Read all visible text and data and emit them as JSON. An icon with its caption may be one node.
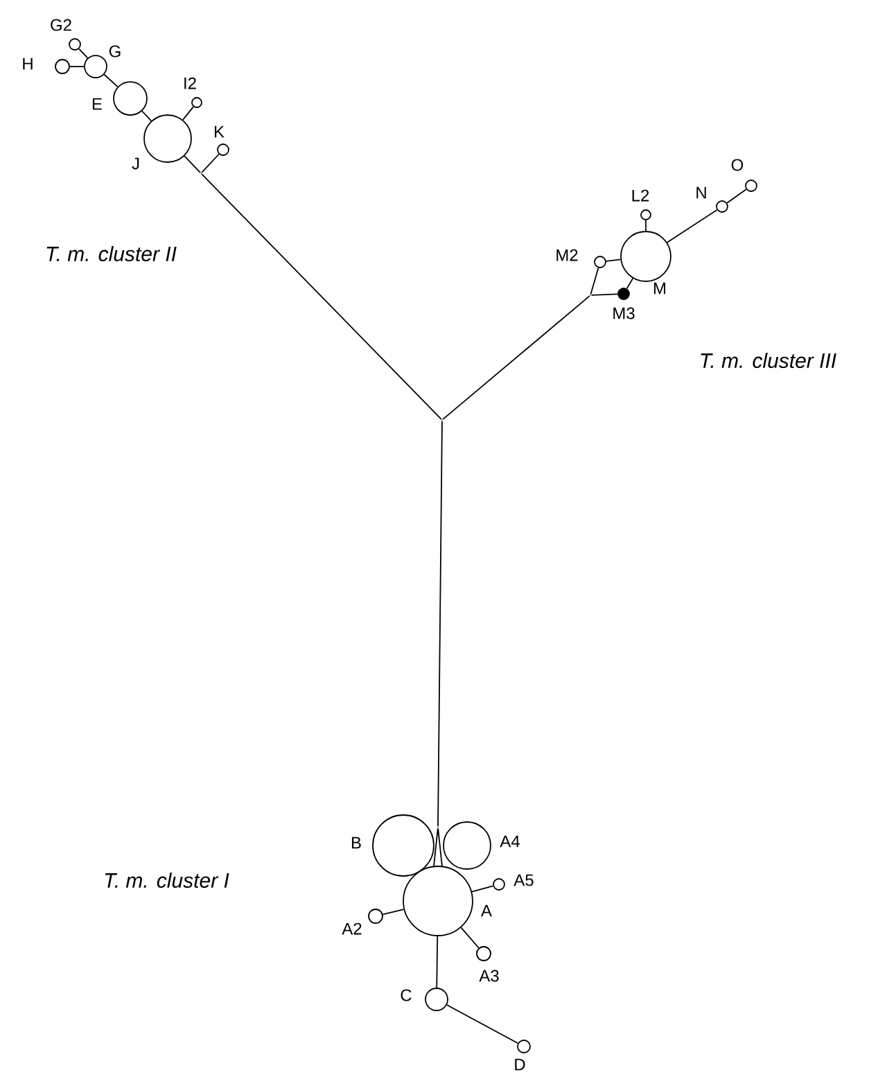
{
  "diagram": {
    "nodes": [
      {
        "text": [],
        "shape": "circle",
        "beside": [
          "H"
        ]
      },
      {
        "text": [],
        "shape": "circle",
        "beside": [
          "G2"
        ]
      },
      {
        "text": [],
        "shape": "circle",
        "beside": [
          "G"
        ]
      },
      {
        "text": [],
        "shape": "circle",
        "beside": [
          "E"
        ]
      },
      {
        "text": [],
        "shape": "circle",
        "beside": [
          "I2"
        ]
      },
      {
        "text": [],
        "shape": "circle",
        "beside": [
          "J"
        ]
      },
      {
        "text": [],
        "shape": "circle",
        "beside": [
          "K"
        ]
      },
      {
        "text": [],
        "shape": "point"
      },
      {
        "text": [],
        "shape": "point"
      },
      {
        "text": [],
        "shape": "circle",
        "beside": [
          "L2"
        ]
      },
      {
        "text": [],
        "shape": "circle",
        "beside": [
          "N"
        ]
      },
      {
        "text": [],
        "shape": "circle",
        "beside": [
          "O"
        ]
      },
      {
        "text": [],
        "shape": "circle",
        "beside": [
          "M2"
        ]
      },
      {
        "text": [],
        "shape": "circle",
        "beside": [
          "M"
        ]
      },
      {
        "text": [],
        "shape": "point"
      },
      {
        "text": [],
        "shape": "dot",
        "beside": [
          "M3"
        ]
      },
      {
        "text": [],
        "shape": "point"
      },
      {
        "text": [],
        "shape": "circle",
        "beside": [
          "B"
        ]
      },
      {
        "text": [],
        "shape": "circle",
        "beside": [
          "A4"
        ]
      },
      {
        "text": [],
        "shape": "circle",
        "beside": [
          "A5"
        ]
      },
      {
        "text": [],
        "shape": "circle",
        "beside": [
          "A"
        ]
      },
      {
        "text": [],
        "shape": "circle",
        "beside": [
          "A2"
        ]
      },
      {
        "text": [],
        "shape": "circle",
        "beside": [
          "A3"
        ]
      },
      {
        "text": [],
        "shape": "circle",
        "beside": [
          "C"
        ]
      },
      {
        "text": [],
        "shape": "circle",
        "beside": [
          "D"
        ]
      }
    ],
    "edges": [
      {
        "from": 0,
        "to": 2,
        "arrow": "none"
      },
      {
        "from": 1,
        "to": 2,
        "arrow": "none"
      },
      {
        "from": 2,
        "to": 3,
        "arrow": "none"
      },
      {
        "from": 3,
        "to": 5,
        "arrow": "none"
      },
      {
        "from": 4,
        "to": 5,
        "arrow": "none"
      },
      {
        "from": 5,
        "to": 7,
        "arrow": "none"
      },
      {
        "from": 6,
        "to": 7,
        "arrow": "none"
      },
      {
        "from": 7,
        "to": 8,
        "arrow": "none"
      },
      {
        "from": 8,
        "to": 14,
        "arrow": "none"
      },
      {
        "from": 14,
        "to": 12,
        "arrow": "none"
      },
      {
        "from": 14,
        "to": 15,
        "arrow": "none"
      },
      {
        "from": 12,
        "to": 13,
        "arrow": "none"
      },
      {
        "from": 15,
        "to": 13,
        "arrow": "none"
      },
      {
        "from": 9,
        "to": 13,
        "arrow": "none"
      },
      {
        "from": 13,
        "to": 10,
        "arrow": "none"
      },
      {
        "from": 10,
        "to": 11,
        "arrow": "none"
      },
      {
        "from": 8,
        "to": 16,
        "arrow": "none"
      },
      {
        "from": 16,
        "to": 20,
        "arrow": "none"
      },
      {
        "from": 20,
        "to": 19,
        "arrow": "none"
      },
      {
        "from": 20,
        "to": 21,
        "arrow": "none"
      },
      {
        "from": 20,
        "to": 22,
        "arrow": "none"
      },
      {
        "from": 20,
        "to": 23,
        "arrow": "none"
      },
      {
        "from": 23,
        "to": 24,
        "arrow": "none"
      }
    ],
    "labels": [
      "T. m. cluster II",
      "T. m. cluster III",
      "T. m. cluster I"
    ]
  }
}
